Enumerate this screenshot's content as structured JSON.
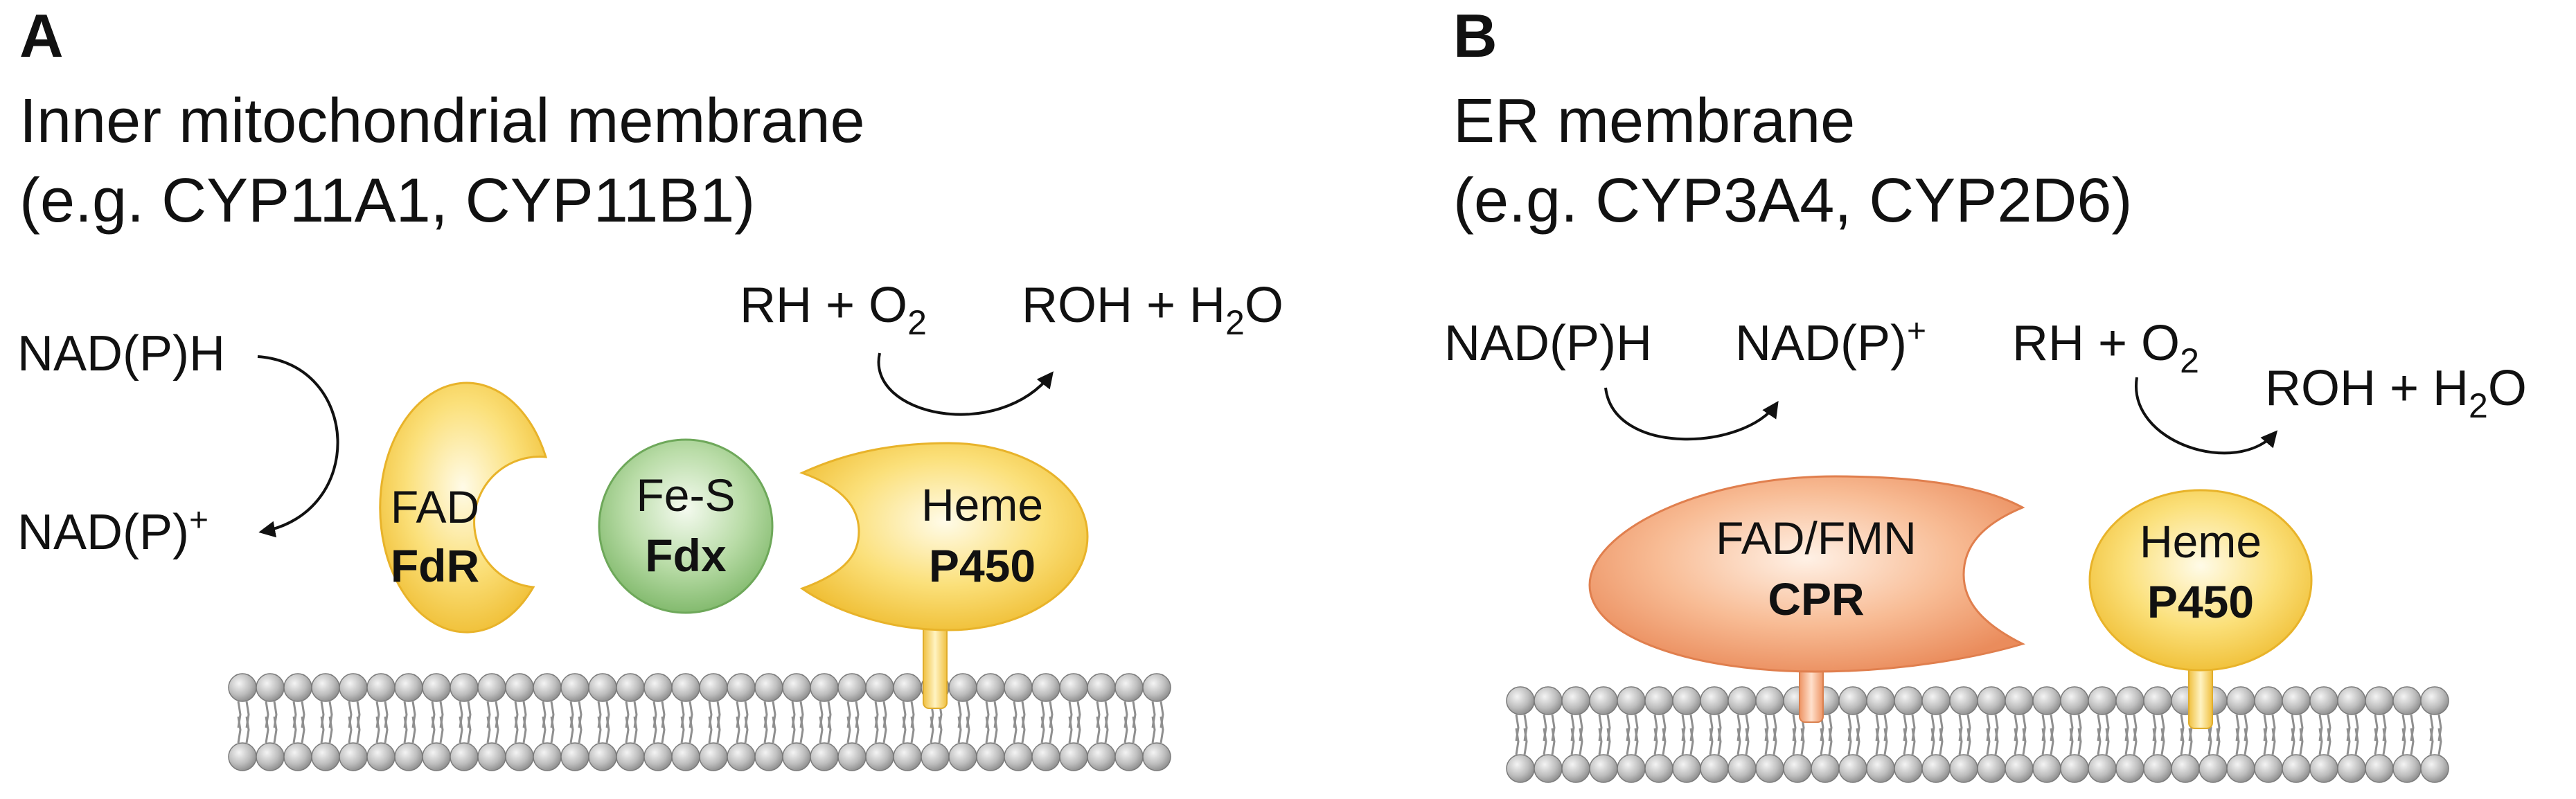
{
  "panels": [
    {
      "letter": "A",
      "title": "Inner mitochondrial membrane",
      "subtitle": "(e.g. CYP11A1, CYP11B1)",
      "reductant": "NAD(P)H",
      "oxidized_base": "NAD(P)",
      "oxidized_sup": "+",
      "substrate": "RH + O",
      "substrate_sub": "2",
      "product_a": "ROH + H",
      "product_sub": "2",
      "product_b": "O",
      "proteins": [
        {
          "cofactor": "FAD",
          "name": "FdR",
          "color": "#f2c94c"
        },
        {
          "cofactor": "Fe-S",
          "name": "Fdx",
          "color": "#8cc07a"
        },
        {
          "cofactor": "Heme",
          "name": "P450",
          "color": "#f2c94c"
        }
      ]
    },
    {
      "letter": "B",
      "title": "ER membrane",
      "subtitle": "(e.g. CYP3A4, CYP2D6)",
      "reductant": "NAD(P)H",
      "oxidized_base": "NAD(P)",
      "oxidized_sup": "+",
      "substrate": "RH + O",
      "substrate_sub": "2",
      "product_a": "ROH + H",
      "product_sub": "2",
      "product_b": "O",
      "proteins": [
        {
          "cofactor": "FAD/FMN",
          "name": "CPR",
          "color": "#f0a070"
        },
        {
          "cofactor": "Heme",
          "name": "P450",
          "color": "#f2c94c"
        }
      ]
    }
  ]
}
